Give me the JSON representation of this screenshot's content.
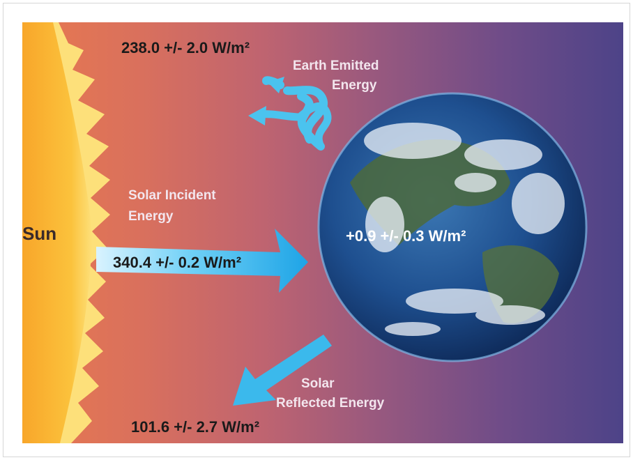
{
  "labels": {
    "sun": "Sun",
    "earth_emitted_value": "238.0 +/- 2.0 W/m²",
    "earth_emitted_caption_1": "Earth Emitted",
    "earth_emitted_caption_2": "Energy",
    "solar_incident_caption_1": "Solar Incident",
    "solar_incident_caption_2": "Energy",
    "solar_incident_value": "340.4 +/- 0.2 W/m²",
    "earth_balance_value": "+0.9 +/- 0.3 W/m²",
    "solar_reflected_caption_1": "Solar",
    "solar_reflected_caption_2": "Reflected Energy",
    "solar_reflected_value": "101.6 +/- 2.7 W/m²"
  },
  "icons": {
    "sun": "sun-graphic",
    "earth": "earth-globe",
    "incident_arrow": "right-arrow",
    "reflected_arrow": "down-left-arrow",
    "emitted_arrows": "wavy-arrows"
  },
  "colors": {
    "arrow": "#35b6ea",
    "sun": "#f7b733",
    "ocean": "#1e4f8f"
  }
}
